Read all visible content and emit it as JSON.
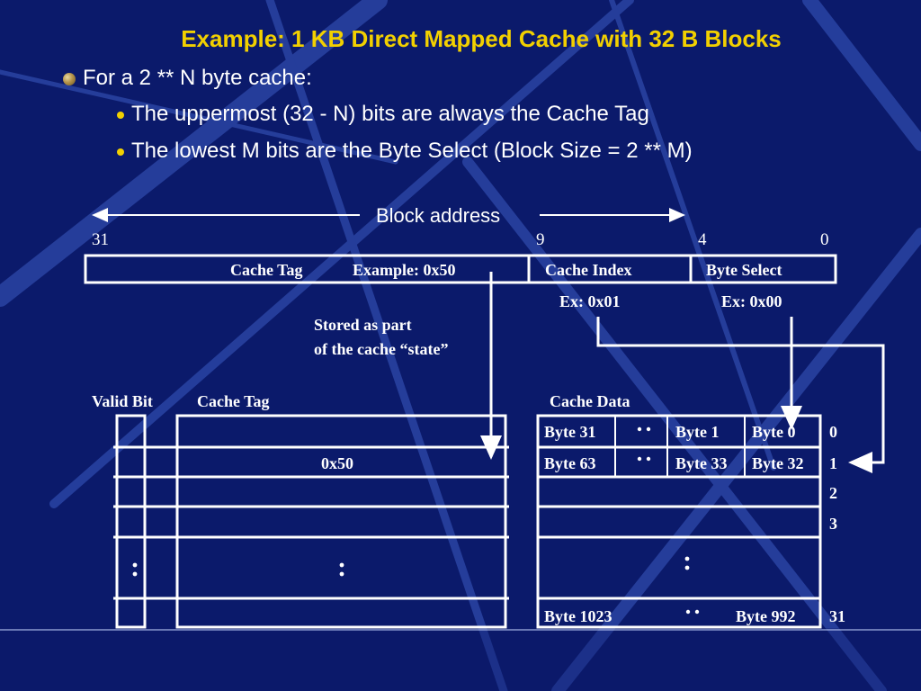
{
  "title": "Example: 1 KB Direct Mapped Cache with 32 B Blocks",
  "bullets": {
    "main": "For a 2 ** N byte cache:",
    "sub1": "The uppermost (32 - N) bits are always the Cache Tag",
    "sub2": "The lowest M bits are the Byte Select (Block Size = 2 ** M)"
  },
  "address": {
    "block_address": "Block address",
    "bit31": "31",
    "bit9": "9",
    "bit4": "4",
    "bit0": "0",
    "cache_tag": "Cache Tag",
    "tag_example": "Example: 0x50",
    "cache_index": "Cache Index",
    "byte_select": "Byte Select",
    "ex_index": "Ex: 0x01",
    "ex_byte": "Ex: 0x00"
  },
  "note": {
    "line1": "Stored as part",
    "line2": "of the cache “state”"
  },
  "headers": {
    "valid_bit": "Valid Bit",
    "cache_tag": "Cache Tag",
    "cache_data": "Cache Data"
  },
  "table": {
    "tag_row1": "0x50",
    "row0": [
      "Byte 31",
      "Byte 1",
      "Byte 0"
    ],
    "row1": [
      "Byte 63",
      "Byte 33",
      "Byte 32"
    ],
    "last": [
      "Byte 1023",
      "Byte 992"
    ],
    "indices": [
      "0",
      "1",
      "2",
      "3",
      "31"
    ]
  },
  "colors": {
    "background": "#0b1a6b",
    "title": "#f2d000",
    "text": "#ffffff"
  }
}
